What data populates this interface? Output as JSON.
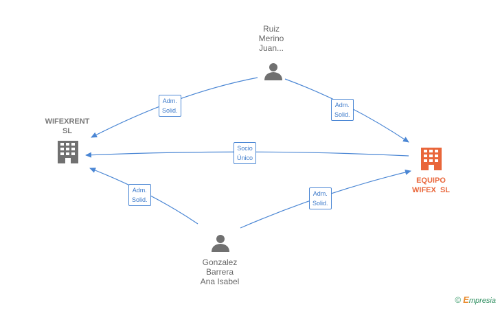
{
  "nodes": {
    "person_top": {
      "lines": [
        "Ruiz",
        "Merino",
        "Juan..."
      ]
    },
    "person_bottom": {
      "lines": [
        "Gonzalez",
        "Barrera",
        "Ana Isabel"
      ]
    },
    "company_left": {
      "lines": [
        "WIFEXRENT",
        "SL"
      ]
    },
    "company_right": {
      "lines": [
        "EQUIPO",
        "WIFEX  SL"
      ]
    }
  },
  "edges": {
    "top_to_left": {
      "lines": [
        "Adm.",
        "Solid."
      ]
    },
    "top_to_right": {
      "lines": [
        "Adm.",
        "Solid."
      ]
    },
    "right_to_left": {
      "lines": [
        "Socio",
        "Único"
      ]
    },
    "bottom_to_left": {
      "lines": [
        "Adm.",
        "Solid."
      ]
    },
    "bottom_to_right": {
      "lines": [
        "Adm.",
        "Solid."
      ]
    }
  },
  "colors": {
    "edge": "#4a86d4",
    "person_icon": "#707070",
    "company_icon": "#707070",
    "company_highlight": "#e9663a"
  },
  "brand": {
    "copyright": "©",
    "initial": "E",
    "rest": "mpresia"
  }
}
